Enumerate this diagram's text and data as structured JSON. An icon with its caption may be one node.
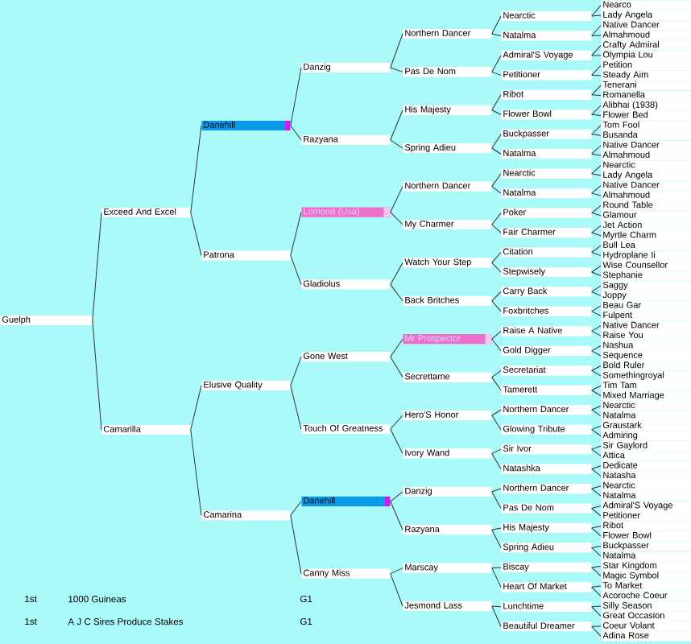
{
  "diagram": {
    "nodes": [
      {
        "text": [
          "Guelph"
        ]
      },
      {
        "text": [
          "Exceed And Excel"
        ]
      },
      {
        "text": [
          "Camarilla"
        ]
      },
      {
        "text": [
          "Danehill"
        ]
      },
      {
        "text": [
          "Patrona"
        ]
      },
      {
        "text": [
          "Elusive Quality"
        ]
      },
      {
        "text": [
          "Camarina"
        ]
      },
      {
        "text": [
          "Danzig"
        ]
      },
      {
        "text": [
          "Razyana"
        ]
      },
      {
        "text": [
          "Lomond (Usa)"
        ]
      },
      {
        "text": [
          "Gladiolus"
        ]
      },
      {
        "text": [
          "Gone West"
        ]
      },
      {
        "text": [
          "Touch Of Greatness"
        ]
      },
      {
        "text": [
          "Danehill"
        ]
      },
      {
        "text": [
          "Canny Miss"
        ]
      },
      {
        "text": [
          "Northern Dancer"
        ]
      },
      {
        "text": [
          "Pas De Nom"
        ]
      },
      {
        "text": [
          "His Majesty"
        ]
      },
      {
        "text": [
          "Spring Adieu"
        ]
      },
      {
        "text": [
          "Northern Dancer"
        ]
      },
      {
        "text": [
          "My Charmer"
        ]
      },
      {
        "text": [
          "Watch Your Step"
        ]
      },
      {
        "text": [
          "Back Britches"
        ]
      },
      {
        "text": [
          "Mr Prospector"
        ]
      },
      {
        "text": [
          "Secrettame"
        ]
      },
      {
        "text": [
          "Hero'S Honor"
        ]
      },
      {
        "text": [
          "Ivory Wand"
        ]
      },
      {
        "text": [
          "Danzig"
        ]
      },
      {
        "text": [
          "Razyana"
        ]
      },
      {
        "text": [
          "Marscay"
        ]
      },
      {
        "text": [
          "Jesmond Lass"
        ]
      },
      {
        "text": [
          "Nearctic"
        ]
      },
      {
        "text": [
          "Natalma"
        ]
      },
      {
        "text": [
          "Admiral'S Voyage"
        ]
      },
      {
        "text": [
          "Petitioner"
        ]
      },
      {
        "text": [
          "Ribot"
        ]
      },
      {
        "text": [
          "Flower Bowl"
        ]
      },
      {
        "text": [
          "Buckpasser"
        ]
      },
      {
        "text": [
          "Natalma"
        ]
      },
      {
        "text": [
          "Nearctic"
        ]
      },
      {
        "text": [
          "Natalma"
        ]
      },
      {
        "text": [
          "Poker"
        ]
      },
      {
        "text": [
          "Fair Charmer"
        ]
      },
      {
        "text": [
          "Citation"
        ]
      },
      {
        "text": [
          "Stepwisely"
        ]
      },
      {
        "text": [
          "Carry Back"
        ]
      },
      {
        "text": [
          "Foxbritches"
        ]
      },
      {
        "text": [
          "Raise A Native"
        ]
      },
      {
        "text": [
          "Gold Digger"
        ]
      },
      {
        "text": [
          "Secretariat"
        ]
      },
      {
        "text": [
          "Tamerett"
        ]
      },
      {
        "text": [
          "Northern Dancer"
        ]
      },
      {
        "text": [
          "Glowing Tribute"
        ]
      },
      {
        "text": [
          "Sir Ivor"
        ]
      },
      {
        "text": [
          "Natashka"
        ]
      },
      {
        "text": [
          "Northern Dancer"
        ]
      },
      {
        "text": [
          "Pas De Nom"
        ]
      },
      {
        "text": [
          "His Majesty"
        ]
      },
      {
        "text": [
          "Spring Adieu"
        ]
      },
      {
        "text": [
          "Biscay"
        ]
      },
      {
        "text": [
          "Heart Of Market"
        ]
      },
      {
        "text": [
          "Lunchtime"
        ]
      },
      {
        "text": [
          "Beautiful Dreamer"
        ]
      },
      {
        "text": [
          "Nearco"
        ]
      },
      {
        "text": [
          "Lady Angela"
        ]
      },
      {
        "text": [
          "Native Dancer"
        ]
      },
      {
        "text": [
          "Almahmoud"
        ]
      },
      {
        "text": [
          "Crafty Admiral"
        ]
      },
      {
        "text": [
          "Olympia Lou"
        ]
      },
      {
        "text": [
          "Petition"
        ]
      },
      {
        "text": [
          "Steady Aim"
        ]
      },
      {
        "text": [
          "Tenerani"
        ]
      },
      {
        "text": [
          "Romanella"
        ]
      },
      {
        "text": [
          "Alibhai (1938)"
        ]
      },
      {
        "text": [
          "Flower Bed"
        ]
      },
      {
        "text": [
          "Tom Fool"
        ]
      },
      {
        "text": [
          "Busanda"
        ]
      },
      {
        "text": [
          "Native Dancer"
        ]
      },
      {
        "text": [
          "Almahmoud"
        ]
      },
      {
        "text": [
          "Nearctic"
        ]
      },
      {
        "text": [
          "Lady Angela"
        ]
      },
      {
        "text": [
          "Native Dancer"
        ]
      },
      {
        "text": [
          "Almahmoud"
        ]
      },
      {
        "text": [
          "Round Table"
        ]
      },
      {
        "text": [
          "Glamour"
        ]
      },
      {
        "text": [
          "Jet Action"
        ]
      },
      {
        "text": [
          "Myrtle Charm"
        ]
      },
      {
        "text": [
          "Bull Lea"
        ]
      },
      {
        "text": [
          "Hydroplane Ii"
        ]
      },
      {
        "text": [
          "Wise Counsellor"
        ]
      },
      {
        "text": [
          "Stephanie"
        ]
      },
      {
        "text": [
          "Saggy"
        ]
      },
      {
        "text": [
          "Joppy"
        ]
      },
      {
        "text": [
          "Beau Gar"
        ]
      },
      {
        "text": [
          "Fulpent"
        ]
      },
      {
        "text": [
          "Native Dancer"
        ]
      },
      {
        "text": [
          "Raise You"
        ]
      },
      {
        "text": [
          "Nashua"
        ]
      },
      {
        "text": [
          "Sequence"
        ]
      },
      {
        "text": [
          "Bold Ruler"
        ]
      },
      {
        "text": [
          "Somethingroyal"
        ]
      },
      {
        "text": [
          "Tim Tam"
        ]
      },
      {
        "text": [
          "Mixed Marriage"
        ]
      },
      {
        "text": [
          "Nearctic"
        ]
      },
      {
        "text": [
          "Natalma"
        ]
      },
      {
        "text": [
          "Graustark"
        ]
      },
      {
        "text": [
          "Admiring"
        ]
      },
      {
        "text": [
          "Sir Gaylord"
        ]
      },
      {
        "text": [
          "Attica"
        ]
      },
      {
        "text": [
          "Dedicate"
        ]
      },
      {
        "text": [
          "Natasha"
        ]
      },
      {
        "text": [
          "Nearctic"
        ]
      },
      {
        "text": [
          "Natalma"
        ]
      },
      {
        "text": [
          "Admiral'S Voyage"
        ]
      },
      {
        "text": [
          "Petitioner"
        ]
      },
      {
        "text": [
          "Ribot"
        ]
      },
      {
        "text": [
          "Flower Bowl"
        ]
      },
      {
        "text": [
          "Buckpasser"
        ]
      },
      {
        "text": [
          "Natalma"
        ]
      },
      {
        "text": [
          "Star Kingdom"
        ]
      },
      {
        "text": [
          "Magic Symbol"
        ]
      },
      {
        "text": [
          "To Market"
        ]
      },
      {
        "text": [
          "Acoroche Coeur"
        ]
      },
      {
        "text": [
          "Silly Season"
        ]
      },
      {
        "text": [
          "Great Occasion"
        ]
      },
      {
        "text": [
          "Coeur Volant"
        ]
      },
      {
        "text": [
          "Adina Rose"
        ]
      }
    ],
    "edges": [
      {
        "from": 0,
        "to": 1,
        "arrow": "none"
      },
      {
        "from": 0,
        "to": 2,
        "arrow": "none"
      },
      {
        "from": 1,
        "to": 3,
        "arrow": "none"
      },
      {
        "from": 1,
        "to": 4,
        "arrow": "none"
      },
      {
        "from": 2,
        "to": 5,
        "arrow": "none"
      },
      {
        "from": 2,
        "to": 6,
        "arrow": "none"
      },
      {
        "from": 3,
        "to": 7,
        "arrow": "none"
      },
      {
        "from": 3,
        "to": 8,
        "arrow": "none"
      },
      {
        "from": 4,
        "to": 9,
        "arrow": "none"
      },
      {
        "from": 4,
        "to": 10,
        "arrow": "none"
      },
      {
        "from": 5,
        "to": 11,
        "arrow": "none"
      },
      {
        "from": 5,
        "to": 12,
        "arrow": "none"
      },
      {
        "from": 6,
        "to": 13,
        "arrow": "none"
      },
      {
        "from": 6,
        "to": 14,
        "arrow": "none"
      },
      {
        "from": 7,
        "to": 15,
        "arrow": "none"
      },
      {
        "from": 7,
        "to": 16,
        "arrow": "none"
      },
      {
        "from": 8,
        "to": 17,
        "arrow": "none"
      },
      {
        "from": 8,
        "to": 18,
        "arrow": "none"
      },
      {
        "from": 9,
        "to": 19,
        "arrow": "none"
      },
      {
        "from": 9,
        "to": 20,
        "arrow": "none"
      },
      {
        "from": 10,
        "to": 21,
        "arrow": "none"
      },
      {
        "from": 10,
        "to": 22,
        "arrow": "none"
      },
      {
        "from": 11,
        "to": 23,
        "arrow": "none"
      },
      {
        "from": 11,
        "to": 24,
        "arrow": "none"
      },
      {
        "from": 12,
        "to": 25,
        "arrow": "none"
      },
      {
        "from": 12,
        "to": 26,
        "arrow": "none"
      },
      {
        "from": 13,
        "to": 27,
        "arrow": "none"
      },
      {
        "from": 13,
        "to": 28,
        "arrow": "none"
      },
      {
        "from": 14,
        "to": 29,
        "arrow": "none"
      },
      {
        "from": 14,
        "to": 30,
        "arrow": "none"
      },
      {
        "from": 15,
        "to": 31,
        "arrow": "none"
      },
      {
        "from": 15,
        "to": 32,
        "arrow": "none"
      },
      {
        "from": 16,
        "to": 33,
        "arrow": "none"
      },
      {
        "from": 16,
        "to": 34,
        "arrow": "none"
      },
      {
        "from": 17,
        "to": 35,
        "arrow": "none"
      },
      {
        "from": 17,
        "to": 36,
        "arrow": "none"
      },
      {
        "from": 18,
        "to": 37,
        "arrow": "none"
      },
      {
        "from": 18,
        "to": 38,
        "arrow": "none"
      },
      {
        "from": 19,
        "to": 39,
        "arrow": "none"
      },
      {
        "from": 19,
        "to": 40,
        "arrow": "none"
      },
      {
        "from": 20,
        "to": 41,
        "arrow": "none"
      },
      {
        "from": 20,
        "to": 42,
        "arrow": "none"
      },
      {
        "from": 21,
        "to": 43,
        "arrow": "none"
      },
      {
        "from": 21,
        "to": 44,
        "arrow": "none"
      },
      {
        "from": 22,
        "to": 45,
        "arrow": "none"
      },
      {
        "from": 22,
        "to": 46,
        "arrow": "none"
      },
      {
        "from": 23,
        "to": 47,
        "arrow": "none"
      },
      {
        "from": 23,
        "to": 48,
        "arrow": "none"
      },
      {
        "from": 24,
        "to": 49,
        "arrow": "none"
      },
      {
        "from": 24,
        "to": 50,
        "arrow": "none"
      },
      {
        "from": 25,
        "to": 51,
        "arrow": "none"
      },
      {
        "from": 25,
        "to": 52,
        "arrow": "none"
      },
      {
        "from": 26,
        "to": 53,
        "arrow": "none"
      },
      {
        "from": 26,
        "to": 54,
        "arrow": "none"
      },
      {
        "from": 27,
        "to": 55,
        "arrow": "none"
      },
      {
        "from": 27,
        "to": 56,
        "arrow": "none"
      },
      {
        "from": 28,
        "to": 57,
        "arrow": "none"
      },
      {
        "from": 28,
        "to": 58,
        "arrow": "none"
      },
      {
        "from": 29,
        "to": 59,
        "arrow": "none"
      },
      {
        "from": 29,
        "to": 60,
        "arrow": "none"
      },
      {
        "from": 30,
        "to": 61,
        "arrow": "none"
      },
      {
        "from": 30,
        "to": 62,
        "arrow": "none"
      },
      {
        "from": 31,
        "to": 63,
        "arrow": "none"
      },
      {
        "from": 31,
        "to": 64,
        "arrow": "none"
      },
      {
        "from": 32,
        "to": 65,
        "arrow": "none"
      },
      {
        "from": 32,
        "to": 66,
        "arrow": "none"
      },
      {
        "from": 33,
        "to": 67,
        "arrow": "none"
      },
      {
        "from": 33,
        "to": 68,
        "arrow": "none"
      },
      {
        "from": 34,
        "to": 69,
        "arrow": "none"
      },
      {
        "from": 34,
        "to": 70,
        "arrow": "none"
      },
      {
        "from": 35,
        "to": 71,
        "arrow": "none"
      },
      {
        "from": 35,
        "to": 72,
        "arrow": "none"
      },
      {
        "from": 36,
        "to": 73,
        "arrow": "none"
      },
      {
        "from": 36,
        "to": 74,
        "arrow": "none"
      },
      {
        "from": 37,
        "to": 75,
        "arrow": "none"
      },
      {
        "from": 37,
        "to": 76,
        "arrow": "none"
      },
      {
        "from": 38,
        "to": 77,
        "arrow": "none"
      },
      {
        "from": 38,
        "to": 78,
        "arrow": "none"
      },
      {
        "from": 39,
        "to": 79,
        "arrow": "none"
      },
      {
        "from": 39,
        "to": 80,
        "arrow": "none"
      },
      {
        "from": 40,
        "to": 81,
        "arrow": "none"
      },
      {
        "from": 40,
        "to": 82,
        "arrow": "none"
      },
      {
        "from": 41,
        "to": 83,
        "arrow": "none"
      },
      {
        "from": 41,
        "to": 84,
        "arrow": "none"
      },
      {
        "from": 42,
        "to": 85,
        "arrow": "none"
      },
      {
        "from": 42,
        "to": 86,
        "arrow": "none"
      },
      {
        "from": 43,
        "to": 87,
        "arrow": "none"
      },
      {
        "from": 43,
        "to": 88,
        "arrow": "none"
      },
      {
        "from": 44,
        "to": 89,
        "arrow": "none"
      },
      {
        "from": 44,
        "to": 90,
        "arrow": "none"
      },
      {
        "from": 45,
        "to": 91,
        "arrow": "none"
      },
      {
        "from": 45,
        "to": 92,
        "arrow": "none"
      },
      {
        "from": 46,
        "to": 93,
        "arrow": "none"
      },
      {
        "from": 46,
        "to": 94,
        "arrow": "none"
      },
      {
        "from": 47,
        "to": 95,
        "arrow": "none"
      },
      {
        "from": 47,
        "to": 96,
        "arrow": "none"
      },
      {
        "from": 48,
        "to": 97,
        "arrow": "none"
      },
      {
        "from": 48,
        "to": 98,
        "arrow": "none"
      },
      {
        "from": 49,
        "to": 99,
        "arrow": "none"
      },
      {
        "from": 49,
        "to": 100,
        "arrow": "none"
      },
      {
        "from": 50,
        "to": 101,
        "arrow": "none"
      },
      {
        "from": 50,
        "to": 102,
        "arrow": "none"
      },
      {
        "from": 51,
        "to": 103,
        "arrow": "none"
      },
      {
        "from": 51,
        "to": 104,
        "arrow": "none"
      },
      {
        "from": 52,
        "to": 105,
        "arrow": "none"
      },
      {
        "from": 52,
        "to": 106,
        "arrow": "none"
      },
      {
        "from": 53,
        "to": 107,
        "arrow": "none"
      },
      {
        "from": 53,
        "to": 108,
        "arrow": "none"
      },
      {
        "from": 54,
        "to": 109,
        "arrow": "none"
      },
      {
        "from": 54,
        "to": 110,
        "arrow": "none"
      },
      {
        "from": 55,
        "to": 111,
        "arrow": "none"
      },
      {
        "from": 55,
        "to": 112,
        "arrow": "none"
      },
      {
        "from": 56,
        "to": 113,
        "arrow": "none"
      },
      {
        "from": 56,
        "to": 114,
        "arrow": "none"
      },
      {
        "from": 57,
        "to": 115,
        "arrow": "none"
      },
      {
        "from": 57,
        "to": 116,
        "arrow": "none"
      },
      {
        "from": 58,
        "to": 117,
        "arrow": "none"
      },
      {
        "from": 58,
        "to": 118,
        "arrow": "none"
      },
      {
        "from": 59,
        "to": 119,
        "arrow": "none"
      },
      {
        "from": 59,
        "to": 120,
        "arrow": "none"
      },
      {
        "from": 60,
        "to": 121,
        "arrow": "none"
      },
      {
        "from": 60,
        "to": 122,
        "arrow": "none"
      },
      {
        "from": 61,
        "to": 123,
        "arrow": "none"
      },
      {
        "from": 61,
        "to": 124,
        "arrow": "none"
      },
      {
        "from": 62,
        "to": 125,
        "arrow": "none"
      },
      {
        "from": 62,
        "to": 126,
        "arrow": "none"
      }
    ],
    "labels": [
      "1st",
      "1000 Guineas",
      "G1",
      "1st",
      "A J C Sires Produce Stakes",
      "G1"
    ]
  }
}
